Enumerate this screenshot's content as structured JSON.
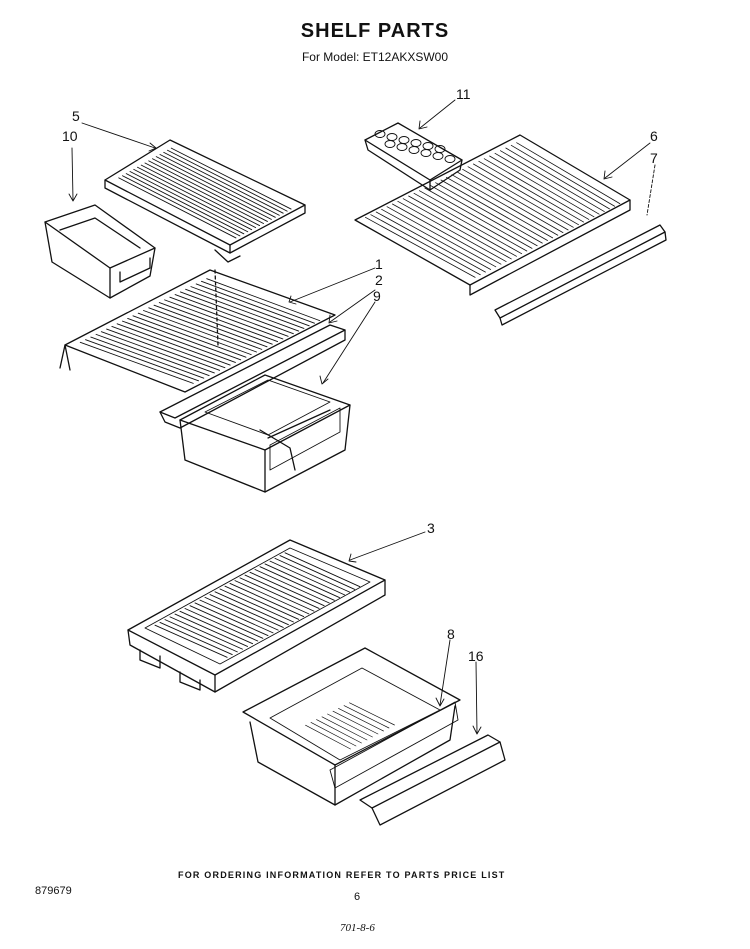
{
  "header": {
    "title": "SHELF PARTS",
    "subtitle": "For Model: ET12AKXSW00"
  },
  "callouts": {
    "c1": "1",
    "c2": "2",
    "c3": "3",
    "c5": "5",
    "c6": "6",
    "c7": "7",
    "c8": "8",
    "c9": "9",
    "c10": "10",
    "c11": "11",
    "c16": "16"
  },
  "footer": {
    "ordering_note": "FOR ORDERING INFORMATION REFER TO PARTS PRICE LIST",
    "doc_number": "879679",
    "page_number": "6",
    "handwritten_date": "701-8-6"
  }
}
